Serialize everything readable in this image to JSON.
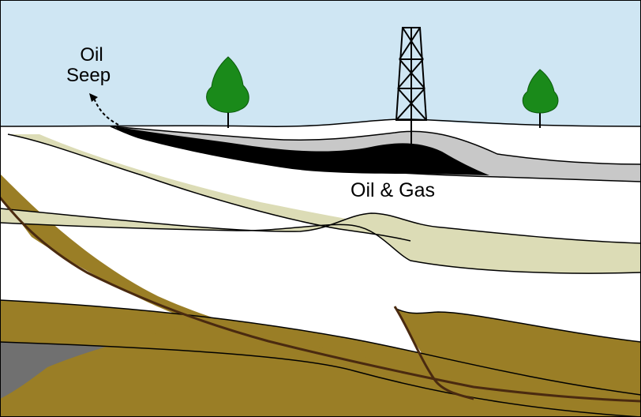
{
  "labels": {
    "seep_line1": "Oil",
    "seep_line2": "Seep",
    "reservoir": "Oil & Gas"
  },
  "colors": {
    "sky": "#cfe6f3",
    "ground_white": "#ffffff",
    "light_layer": "#dcdcb6",
    "cap_rock_gray": "#c8c8c8",
    "oil": "#000000",
    "brown_layer": "#9a7e26",
    "fault_line": "#4a2a10",
    "basement": "#707070",
    "tree_green": "#1a8a1a",
    "outline": "#000000"
  },
  "icons": [
    "derrick-icon",
    "tree-icon",
    "tree-icon",
    "arrow-icon"
  ]
}
